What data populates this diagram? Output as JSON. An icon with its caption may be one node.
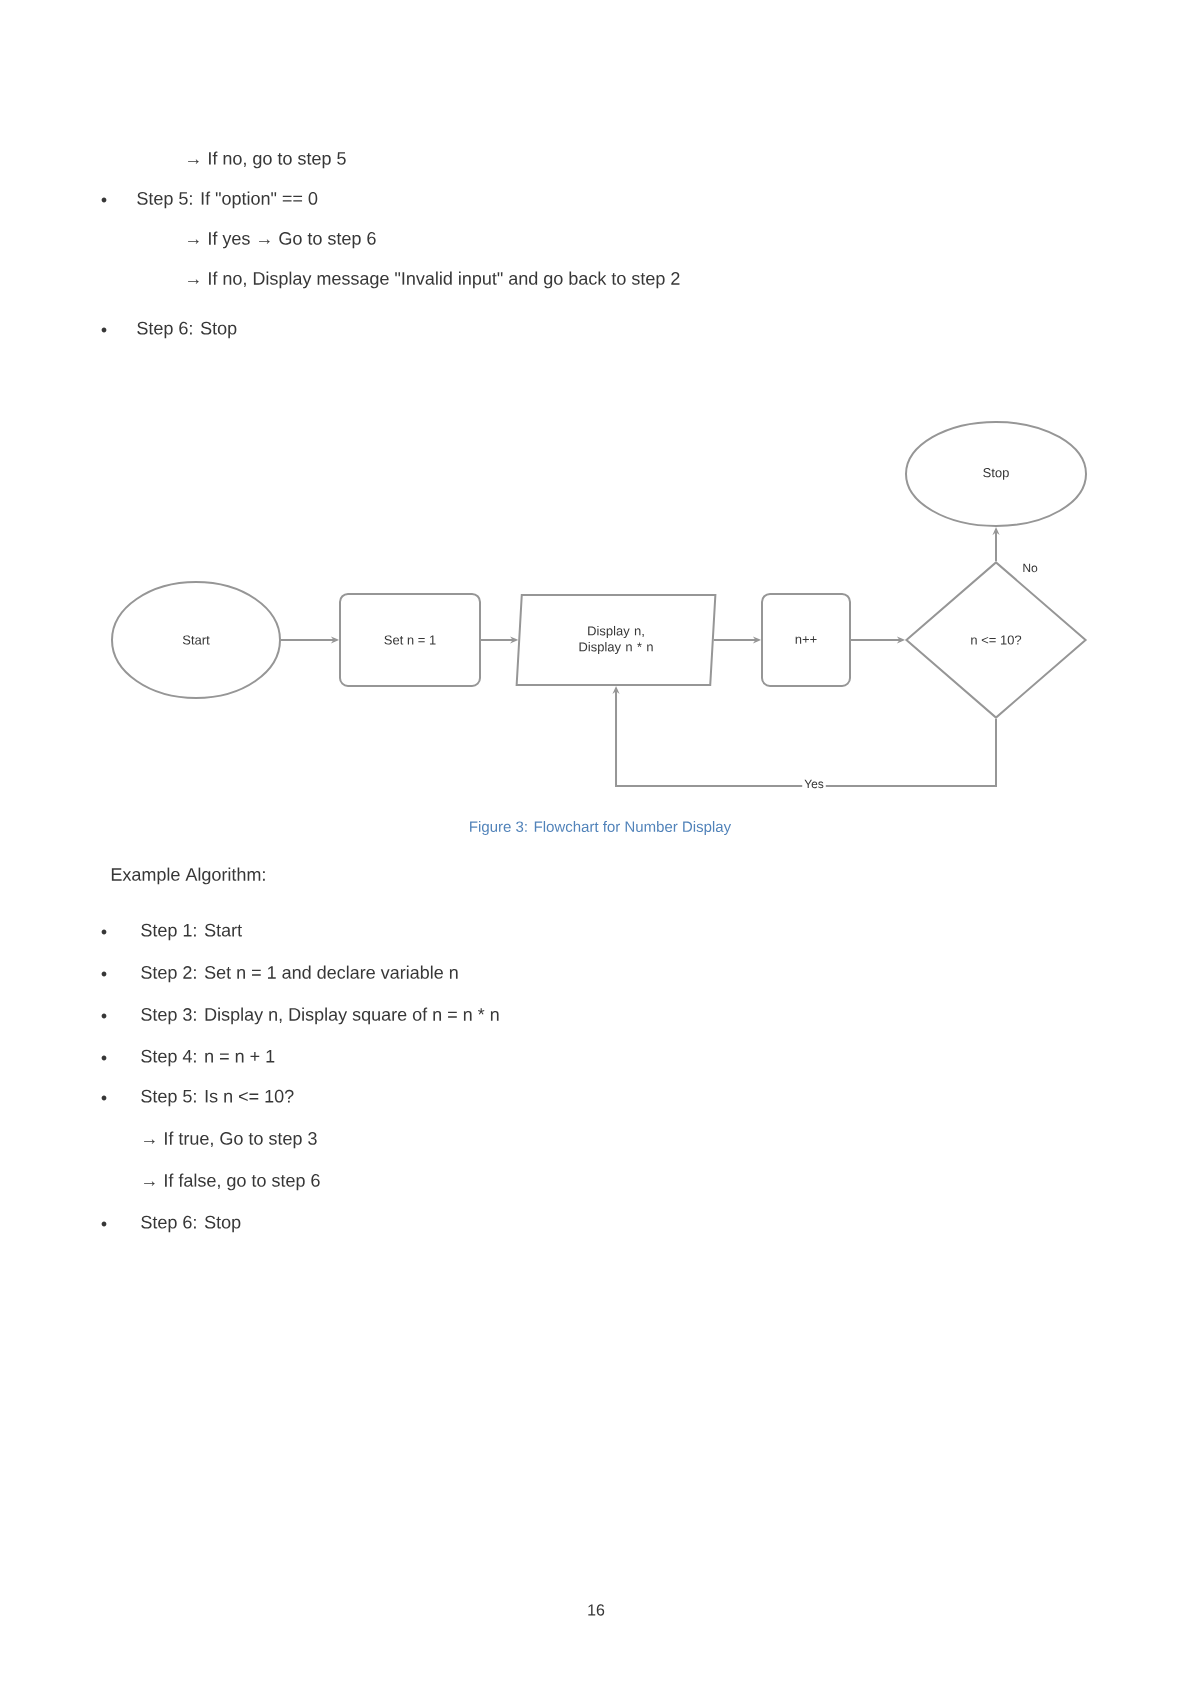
{
  "diagram": {
    "caption": "Figure 3: Flowchart for Number Display",
    "nodes": [
      {
        "text": [
          "Start"
        ]
      },
      {
        "text": [
          "Set n = 1"
        ]
      },
      {
        "text": [
          "Display n, Display n * n"
        ]
      },
      {
        "text": [
          "n++"
        ]
      },
      {
        "text": [
          "n <= 10?"
        ]
      },
      {
        "text": [
          "Stop"
        ]
      }
    ],
    "edges": [
      {
        "from": 0,
        "to": 1,
        "arrow": "to"
      },
      {
        "from": 1,
        "to": 2,
        "arrow": "to"
      },
      {
        "from": 2,
        "to": 3,
        "arrow": "to"
      },
      {
        "from": 3,
        "to": 4,
        "arrow": "to"
      },
      {
        "from": 4,
        "to": 5,
        "arrow": "to",
        "label": "No"
      },
      {
        "from": 4,
        "to": 2,
        "arrow": "to",
        "label": "Yes"
      }
    ],
    "labels": [
      "→ If no, go to step 5",
      "Step 5: If \"option\" == 0",
      "→ If yes → Go to step 6",
      "→ If no, Display message \"Invalid input\" and go back to step 2",
      "Step 6: Stop",
      "Example Algorithm:",
      "Step 1: Start",
      "Step 2: Set n = 1 and declare variable n",
      "Step 3: Display n, Display square of n = n * n",
      "Step 4: n = n + 1",
      "Step 5: Is n <= 10?",
      "→ If true, Go to step 3",
      "→ If false, go to step 6",
      "Step 6: Stop",
      "16"
    ]
  }
}
